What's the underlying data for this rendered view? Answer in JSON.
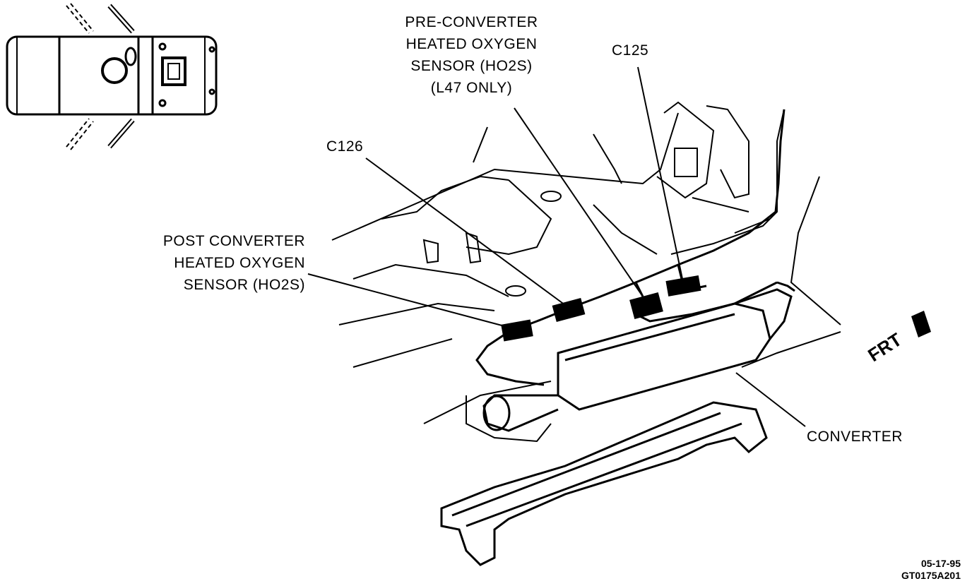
{
  "labels": {
    "pre_converter": [
      "PRE-CONVERTER",
      "HEATED OXYGEN",
      "SENSOR (HO2S)",
      "(L47 ONLY)"
    ],
    "c125": "C125",
    "c126": "C126",
    "post_converter": [
      "POST CONVERTER",
      "HEATED OXYGEN",
      "SENSOR (HO2S)"
    ],
    "converter": "CONVERTER",
    "front": "FRT"
  },
  "figure_code": {
    "date": "05-17-95",
    "id": "GT0175A201"
  },
  "colors": {
    "ink": "#000000",
    "paper": "#ffffff"
  }
}
